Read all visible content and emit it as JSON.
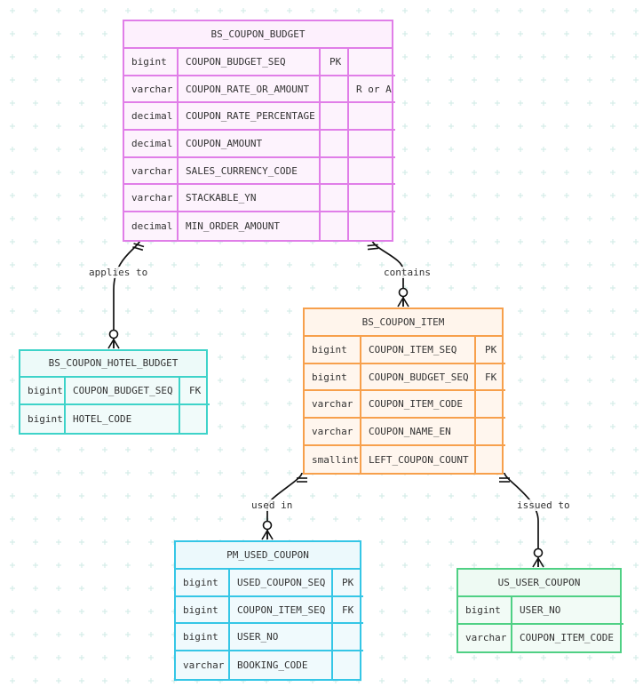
{
  "diagram": {
    "entities": [
      {
        "id": "budget",
        "name": "BS_COUPON_BUDGET",
        "colors": {
          "border": "#e07ee8",
          "title_bg": "#fdf0fd",
          "row_bg": "#fdf3fd"
        },
        "attributes": [
          {
            "type": "bigint",
            "name": "COUPON_BUDGET_SEQ",
            "key": "PK",
            "comment": ""
          },
          {
            "type": "varchar",
            "name": "COUPON_RATE_OR_AMOUNT",
            "key": "",
            "comment": "R or A"
          },
          {
            "type": "decimal",
            "name": "COUPON_RATE_PERCENTAGE",
            "key": "",
            "comment": ""
          },
          {
            "type": "decimal",
            "name": "COUPON_AMOUNT",
            "key": "",
            "comment": ""
          },
          {
            "type": "varchar",
            "name": "SALES_CURRENCY_CODE",
            "key": "",
            "comment": ""
          },
          {
            "type": "varchar",
            "name": "STACKABLE_YN",
            "key": "",
            "comment": ""
          },
          {
            "type": "decimal",
            "name": "MIN_ORDER_AMOUNT",
            "key": "",
            "comment": ""
          }
        ]
      },
      {
        "id": "hotel",
        "name": "BS_COUPON_HOTEL_BUDGET",
        "colors": {
          "border": "#3ed3c9",
          "title_bg": "#edfaf9",
          "row_bg": "#f1fbfa"
        },
        "attributes": [
          {
            "type": "bigint",
            "name": "COUPON_BUDGET_SEQ",
            "key": "FK"
          },
          {
            "type": "bigint",
            "name": "HOTEL_CODE",
            "key": ""
          }
        ]
      },
      {
        "id": "item",
        "name": "BS_COUPON_ITEM",
        "colors": {
          "border": "#f7a04c",
          "title_bg": "#fff5ec",
          "row_bg": "#fff6ee"
        },
        "attributes": [
          {
            "type": "bigint",
            "name": "COUPON_ITEM_SEQ",
            "key": "PK"
          },
          {
            "type": "bigint",
            "name": "COUPON_BUDGET_SEQ",
            "key": "FK"
          },
          {
            "type": "varchar",
            "name": "COUPON_ITEM_CODE",
            "key": ""
          },
          {
            "type": "varchar",
            "name": "COUPON_NAME_EN",
            "key": ""
          },
          {
            "type": "smallint",
            "name": "LEFT_COUPON_COUNT",
            "key": ""
          }
        ]
      },
      {
        "id": "used",
        "name": "PM_USED_COUPON",
        "colors": {
          "border": "#35c6e6",
          "title_bg": "#ecf9fc",
          "row_bg": "#f0fafd"
        },
        "attributes": [
          {
            "type": "bigint",
            "name": "USED_COUPON_SEQ",
            "key": "PK"
          },
          {
            "type": "bigint",
            "name": "COUPON_ITEM_SEQ",
            "key": "FK"
          },
          {
            "type": "bigint",
            "name": "USER_NO",
            "key": ""
          },
          {
            "type": "varchar",
            "name": "BOOKING_CODE",
            "key": ""
          }
        ]
      },
      {
        "id": "user",
        "name": "US_USER_COUPON",
        "colors": {
          "border": "#4fd084",
          "title_bg": "#eefaf3",
          "row_bg": "#f2fbf6"
        },
        "attributes": [
          {
            "type": "bigint",
            "name": "USER_NO"
          },
          {
            "type": "varchar",
            "name": "COUPON_ITEM_CODE"
          }
        ]
      }
    ],
    "relationships": [
      {
        "from": "budget",
        "to": "hotel",
        "label": "applies to",
        "from_card": "exactly-one",
        "to_card": "zero-or-many"
      },
      {
        "from": "budget",
        "to": "item",
        "label": "contains",
        "from_card": "exactly-one",
        "to_card": "zero-or-many"
      },
      {
        "from": "item",
        "to": "used",
        "label": "used in",
        "from_card": "exactly-one",
        "to_card": "zero-or-many"
      },
      {
        "from": "item",
        "to": "user",
        "label": "issued to",
        "from_card": "exactly-one",
        "to_card": "zero-or-many"
      }
    ],
    "style": {
      "edge_color": "#111111",
      "grid_color": "#d2ece6",
      "background": "#ffffff"
    }
  }
}
